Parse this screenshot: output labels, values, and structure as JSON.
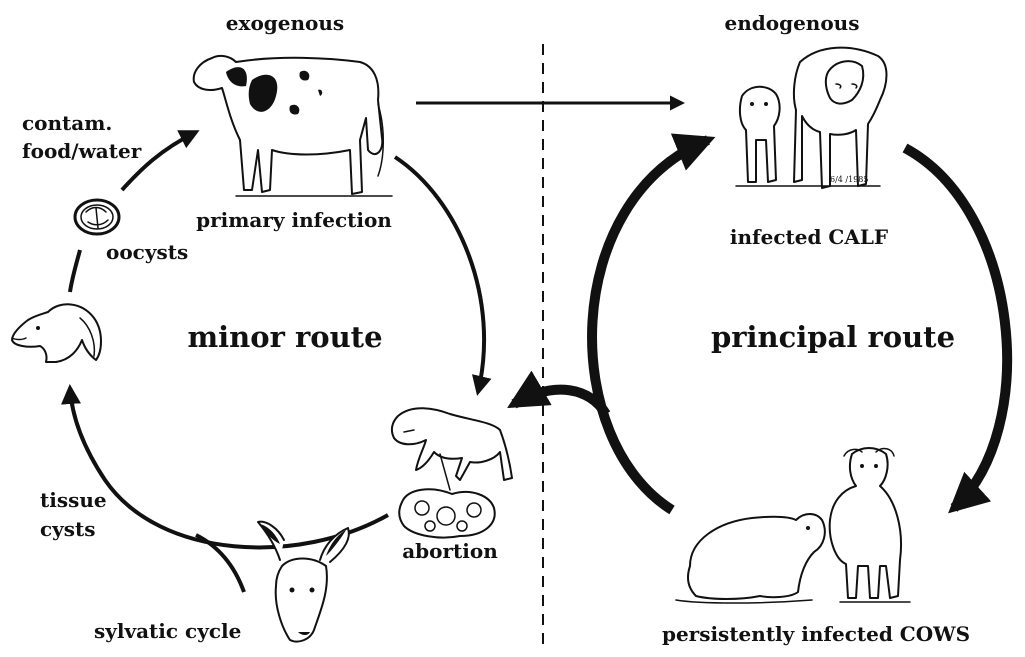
{
  "left_cycle": {
    "header": "exogenous",
    "title": "minor route",
    "labels": {
      "primary_infection": "primary infection",
      "contam_line1": "contam.",
      "contam_line2": "food/water",
      "oocysts": "oocysts",
      "tissue_line1": "tissue",
      "tissue_line2": "cysts",
      "sylvatic_cycle": "sylvatic cycle",
      "abortion": "abortion"
    }
  },
  "right_cycle": {
    "header": "endogenous",
    "title": "principal route",
    "labels": {
      "infected_calf": "infected CALF",
      "persistent_cows": "persistently infected COWS"
    }
  },
  "signature": "6/4 /1985",
  "icons": [
    "holstein-cow",
    "oocyst",
    "dog-head",
    "deer-head",
    "aborted-calf",
    "placenta",
    "cow-and-calf",
    "lying-calf",
    "standing-cow"
  ]
}
